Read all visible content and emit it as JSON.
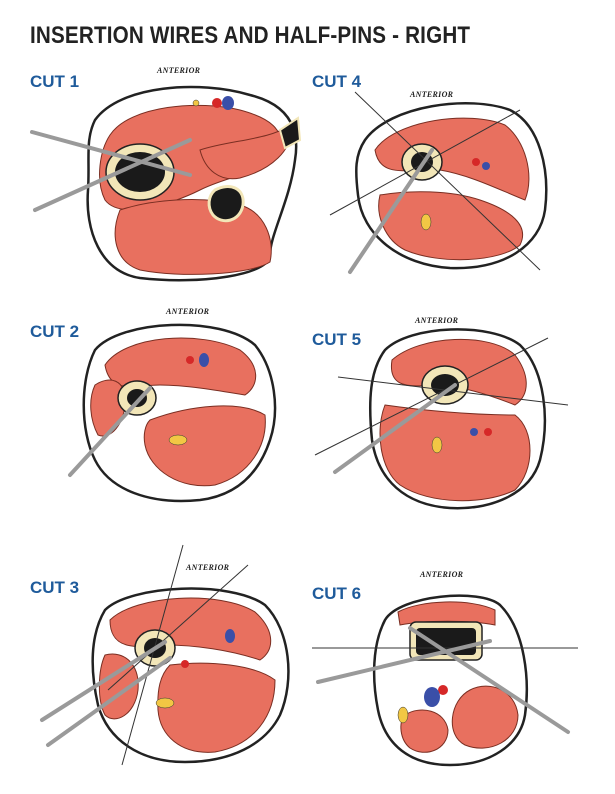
{
  "title": "INSERTION WIRES AND HALF-PINS - RIGHT",
  "anterior_label": "ANTERIOR",
  "cuts": [
    {
      "label": "CUT 1"
    },
    {
      "label": "CUT 2"
    },
    {
      "label": "CUT 3"
    },
    {
      "label": "CUT 4"
    },
    {
      "label": "CUT 5"
    },
    {
      "label": "CUT 6"
    }
  ],
  "colors": {
    "muscle": "#e8705f",
    "bone_cortex": "#f2e6b8",
    "marrow": "#1a1a1a",
    "artery": "#d62828",
    "vein": "#3a4fa8",
    "nerve": "#f2c744",
    "label_blue": "#1f5b9b",
    "wire": "#9a9a9a"
  }
}
